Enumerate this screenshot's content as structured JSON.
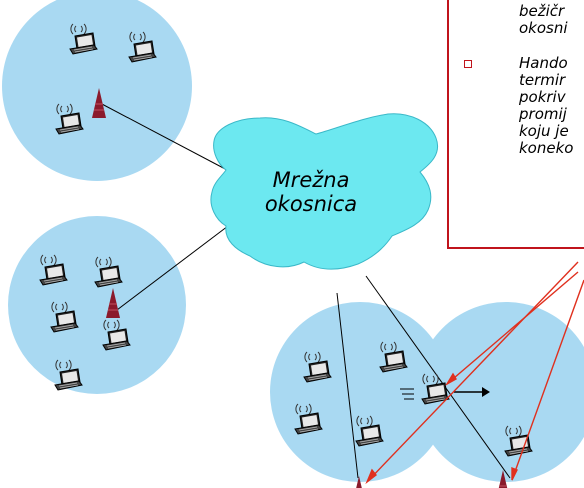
{
  "cloud": {
    "line1": "Mrežna",
    "line2": "okosnica"
  },
  "callout": {
    "bullet1_lines": [
      "bežičr",
      "okosni"
    ],
    "bullet2_lines": [
      "Hando",
      "termir",
      "pokriv",
      "promij",
      "koju je",
      "koneko"
    ]
  },
  "colors": {
    "cell": "#a9d9f2",
    "cloud": "#6ce8f0",
    "antenna": "#8b1a2c",
    "arrow": "#e0301e",
    "callout_border": "#c0141c"
  }
}
